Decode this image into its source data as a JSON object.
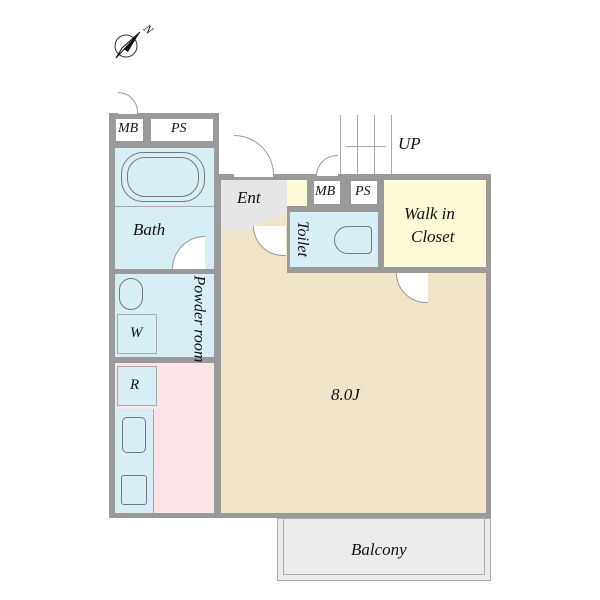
{
  "compass": {
    "label": "N"
  },
  "stairs": {
    "label": "UP"
  },
  "rooms": {
    "mb_left": "MB",
    "ps_left": "PS",
    "bath": "Bath",
    "powder_room": "Powder room",
    "washer": "W",
    "fridge": "R",
    "entrance": "Ent",
    "mb_right": "MB",
    "ps_right": "PS",
    "toilet": "Toilet",
    "walk_in_closet_1": "Walk in",
    "walk_in_closet_2": "Closet",
    "main_room": "8.0J",
    "balcony": "Balcony"
  },
  "colors": {
    "wall": "#9a9a9a",
    "wet": "#d8eef5",
    "kitchen": "#fde4e6",
    "room": "#efe4c8",
    "closet": "#fdfbd5",
    "entrance": "#e6e6e6",
    "balcony": "#ececec"
  }
}
